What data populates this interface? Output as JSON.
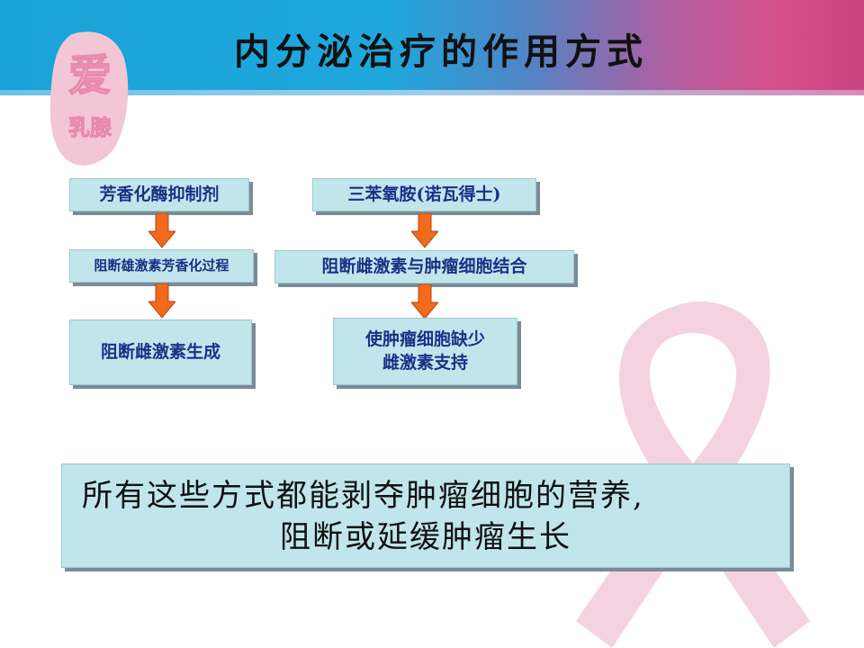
{
  "slide": {
    "title": "内分泌治疗的作用方式"
  },
  "logo": {
    "text_top": "爱",
    "text_bottom": "乳腺"
  },
  "left_flow": {
    "step1": "芳香化酶抑制剂",
    "step2": "阻断雄激素芳香化过程",
    "step3": "阻断雌激素生成"
  },
  "right_flow": {
    "step1": "三苯氧胺(诺瓦得士)",
    "step2": "阻断雌激素与肿瘤细胞结合",
    "step3_line1": "使肿瘤细胞缺少",
    "step3_line2": "雌激素支持"
  },
  "summary": {
    "line1": "所有这些方式都能剥夺肿瘤细胞的营养,",
    "line2": "阻断或延缓肿瘤生长"
  },
  "colors": {
    "box_fill": "#c0e6eb",
    "box_text": "#1d2f87",
    "arrow": "#f26a1b",
    "ribbon": "#f1bfd2",
    "header_blue": "#1aa3d8",
    "header_pink": "#d64f8a"
  }
}
